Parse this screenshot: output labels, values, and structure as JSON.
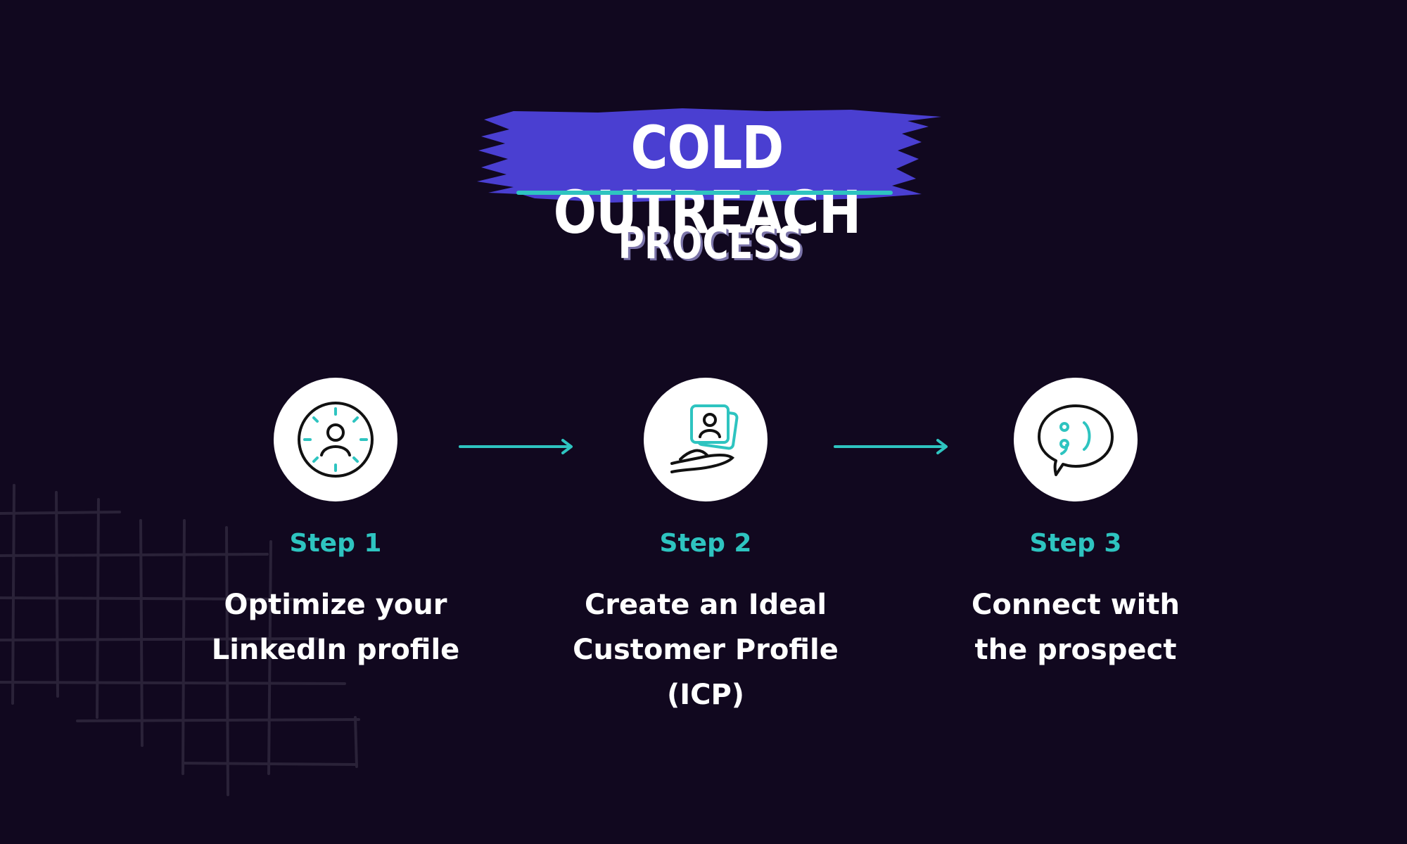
{
  "title": {
    "main": "COLD OUTREACH",
    "sub": "PROCESS"
  },
  "colors": {
    "background": "#11081f",
    "brush": "#4a3fd1",
    "accent": "#2ec4c0",
    "text": "#ffffff"
  },
  "steps": [
    {
      "label": "Step 1",
      "icon": "profile-clock-icon",
      "line1": "Optimize your",
      "line2": "LinkedIn profile"
    },
    {
      "label": "Step 2",
      "icon": "hand-holding-profile-icon",
      "line1": "Create an Ideal",
      "line2": "Customer Profile (ICP)"
    },
    {
      "label": "Step 3",
      "icon": "speech-bubble-wink-icon",
      "line1": "Connect with",
      "line2": "the prospect"
    }
  ]
}
